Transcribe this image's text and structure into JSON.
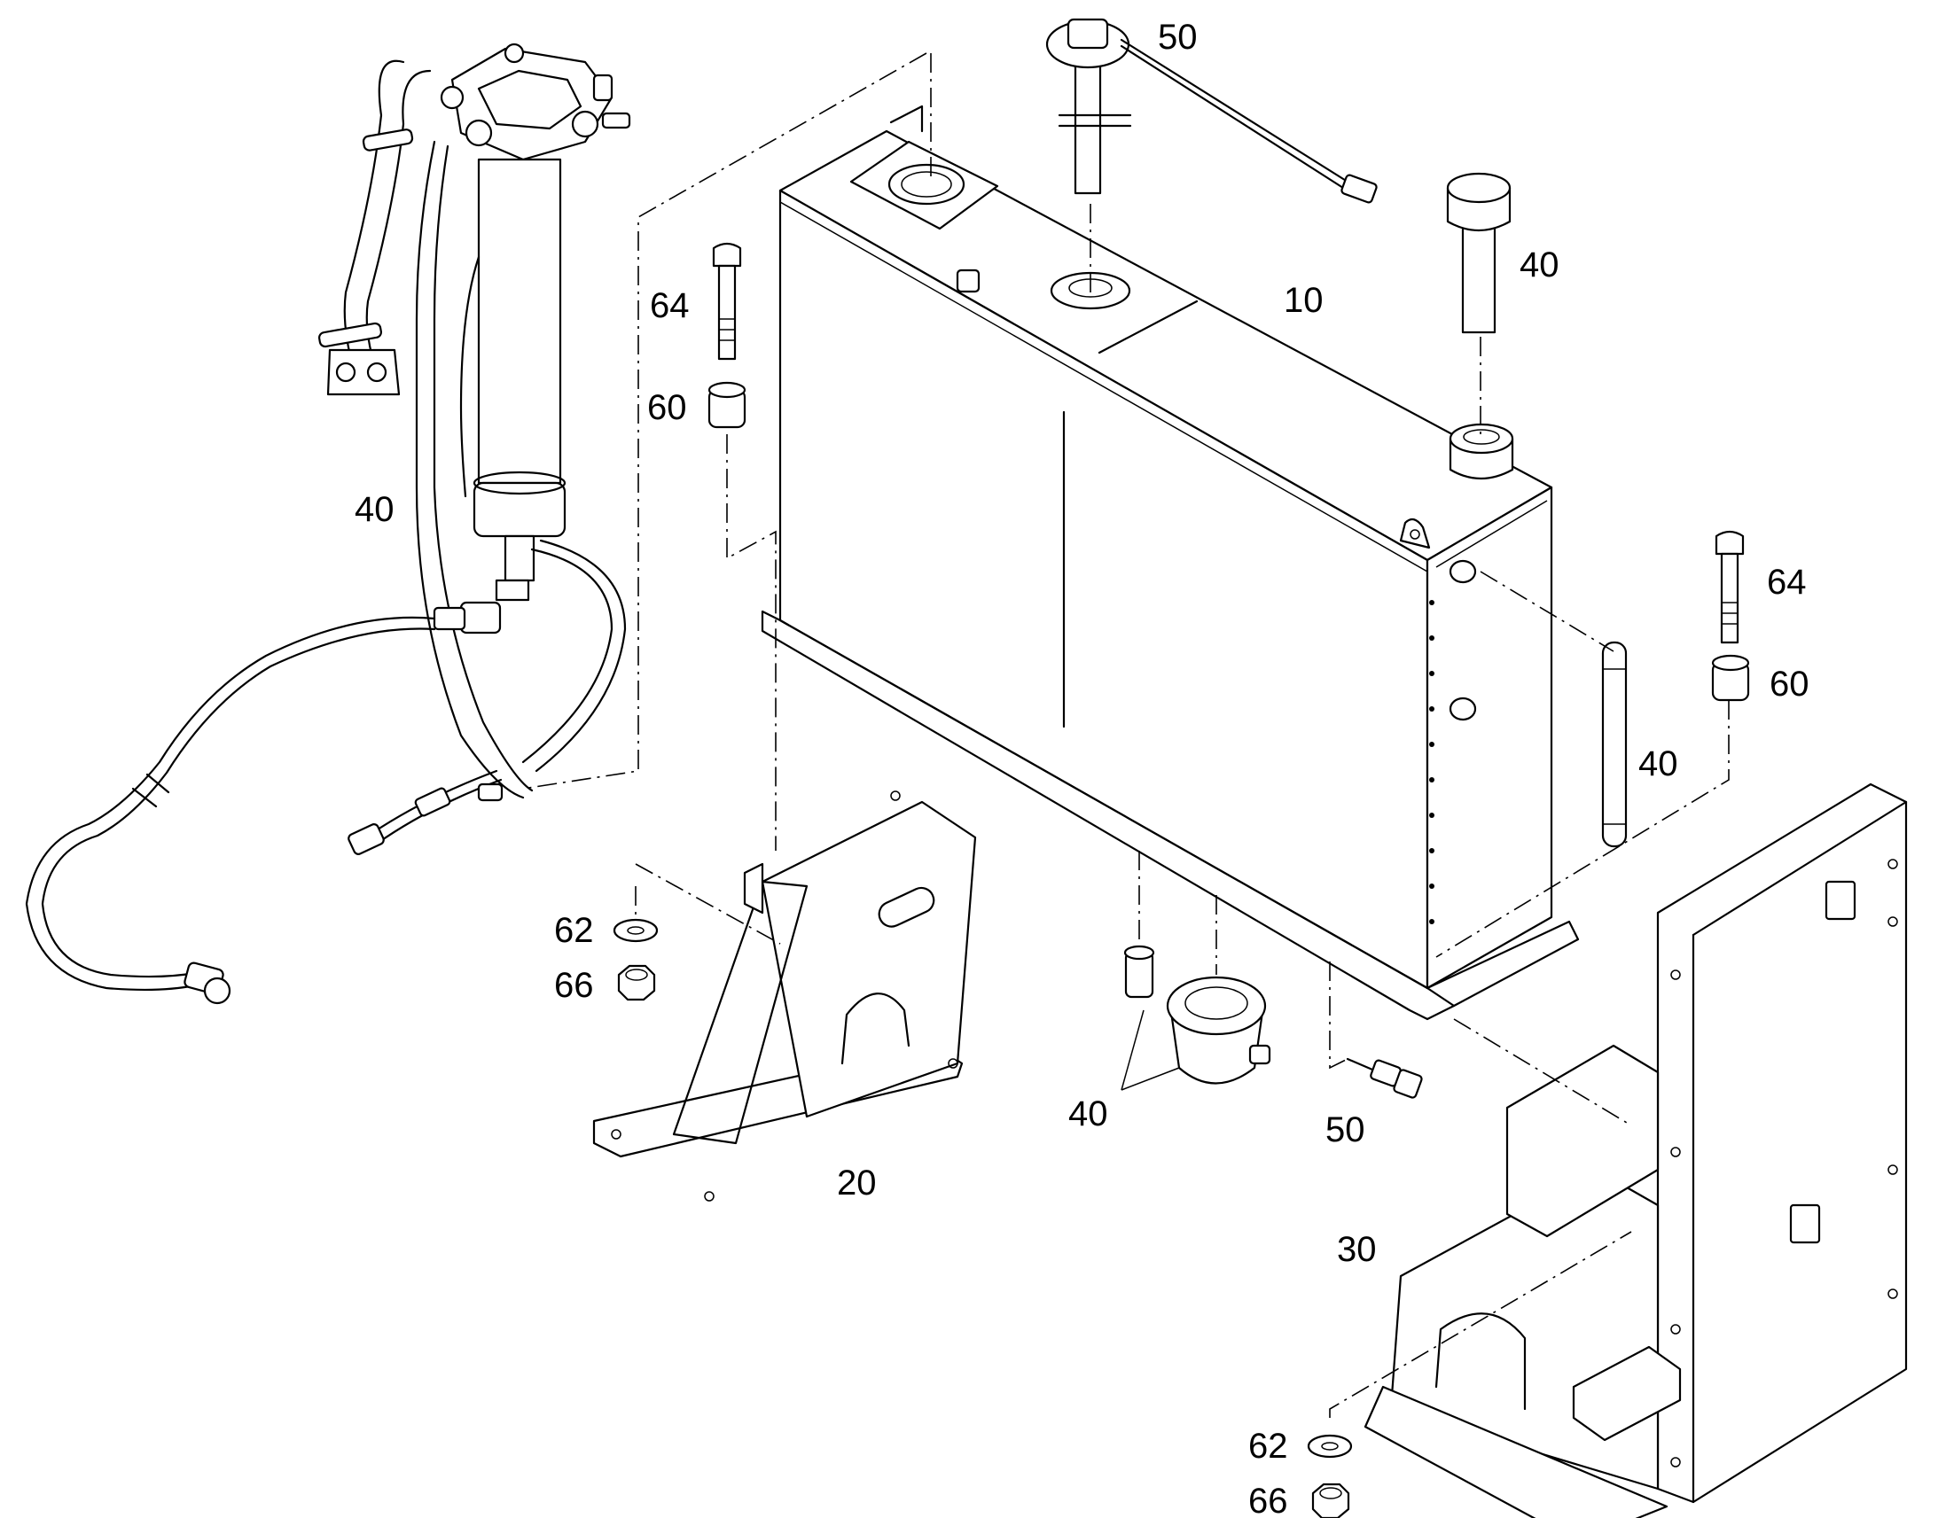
{
  "callouts": {
    "sender_top": "50",
    "breather": "40",
    "tank": "10",
    "bolt_left": "64",
    "spacer_left": "60",
    "filter_assembly": "40",
    "bolt_right": "64",
    "spacer_right": "60",
    "sight_gauge": "40",
    "washer_left": "62",
    "nut_left": "66",
    "drain_parts": "40",
    "sensor_bottom": "50",
    "bracket_left": "20",
    "bracket_right": "30",
    "washer_right": "62",
    "nut_right": "66"
  }
}
